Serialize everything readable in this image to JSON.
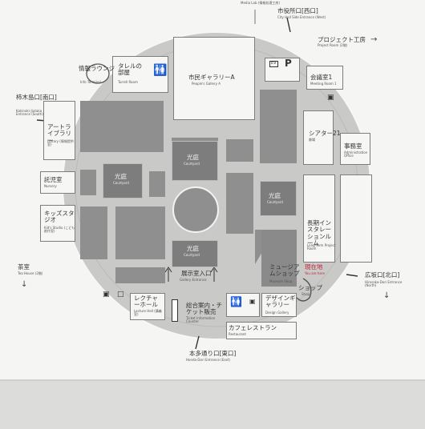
{
  "entrances": {
    "west": {
      "jp": "市役所口[西口]",
      "en": "City Hall Side Entrance (West)"
    },
    "project_room": {
      "jp": "プロジェクト工房",
      "en": "Project Room (2階)"
    },
    "media_lab": {
      "en": "Media Lab (情報処理工房)"
    },
    "south": {
      "jp": "柿木島口[南口]",
      "en": "Kakinoki-Jiutaka Entrance (South)"
    },
    "tea_house": {
      "jp": "茶室",
      "en": "Tea House (2階)"
    },
    "north": {
      "jp": "広坂口[北口]",
      "en": "Hirosaka-Dori Entrance (North)"
    },
    "east": {
      "jp": "本多通り口[東口]",
      "en": "Honda-Dori Entrance (East)"
    }
  },
  "rooms": {
    "info_lounge": {
      "jp": "情報ラウンジ",
      "en": "Info Terminal"
    },
    "turrell": {
      "jp": "タレルの部屋",
      "en": "Turrell Room"
    },
    "peoples_gallery": {
      "jp": "市民ギャラリーA",
      "en": "People's Gallery A"
    },
    "meeting_room": {
      "jp": "会議室1",
      "en": "Meeting Room 1"
    },
    "art_library": {
      "jp": "アートライブラリー",
      "en": "Library (情報提供室)"
    },
    "theater": {
      "jp": "シアター21",
      "en": "劇場"
    },
    "office": {
      "jp": "事務室",
      "en": "Administration Office"
    },
    "nursery": {
      "jp": "託児室",
      "en": "Nursery"
    },
    "kids_studio": {
      "jp": "キッズスタジオ",
      "en": "Kid's Studio (こども創作室)"
    },
    "long_term": {
      "jp": "長期インスタレーションルーム",
      "en": "Long-Term Project Room"
    },
    "museum_shop": {
      "jp": "ミュージアムショップ",
      "en": "Museum Shop"
    },
    "shop": {
      "jp": "ショップ",
      "en": "Shop"
    },
    "lecture_hall": {
      "jp": "レクチャーホール",
      "en": "Lecture Hall (講義室)"
    },
    "ticket": {
      "jp": "総合案内・チケット販売",
      "en": "Ticket Information Counter"
    },
    "design_gallery": {
      "jp": "デザインギャラリー",
      "en": "Design Gallery"
    },
    "cafe": {
      "jp": "カフェレストラン",
      "en": "Restaurant"
    },
    "gallery_entrance": {
      "jp": "展示室入口",
      "en": "Gallery Entrance"
    },
    "you_are_here": {
      "jp": "現在地",
      "en": "You are here"
    }
  },
  "courtyards": [
    {
      "jp": "光庭",
      "en": "Courtyard"
    },
    {
      "jp": "光庭",
      "en": "Courtyard"
    },
    {
      "jp": "光庭",
      "en": "Courtyard"
    },
    {
      "jp": "光庭",
      "en": "Courtyard"
    }
  ],
  "parking": {
    "ev": "EV",
    "p": "P"
  },
  "colors": {
    "here": "#c8243a",
    "rooms": "#8f8f8f",
    "circle": "#c9c9c7"
  }
}
